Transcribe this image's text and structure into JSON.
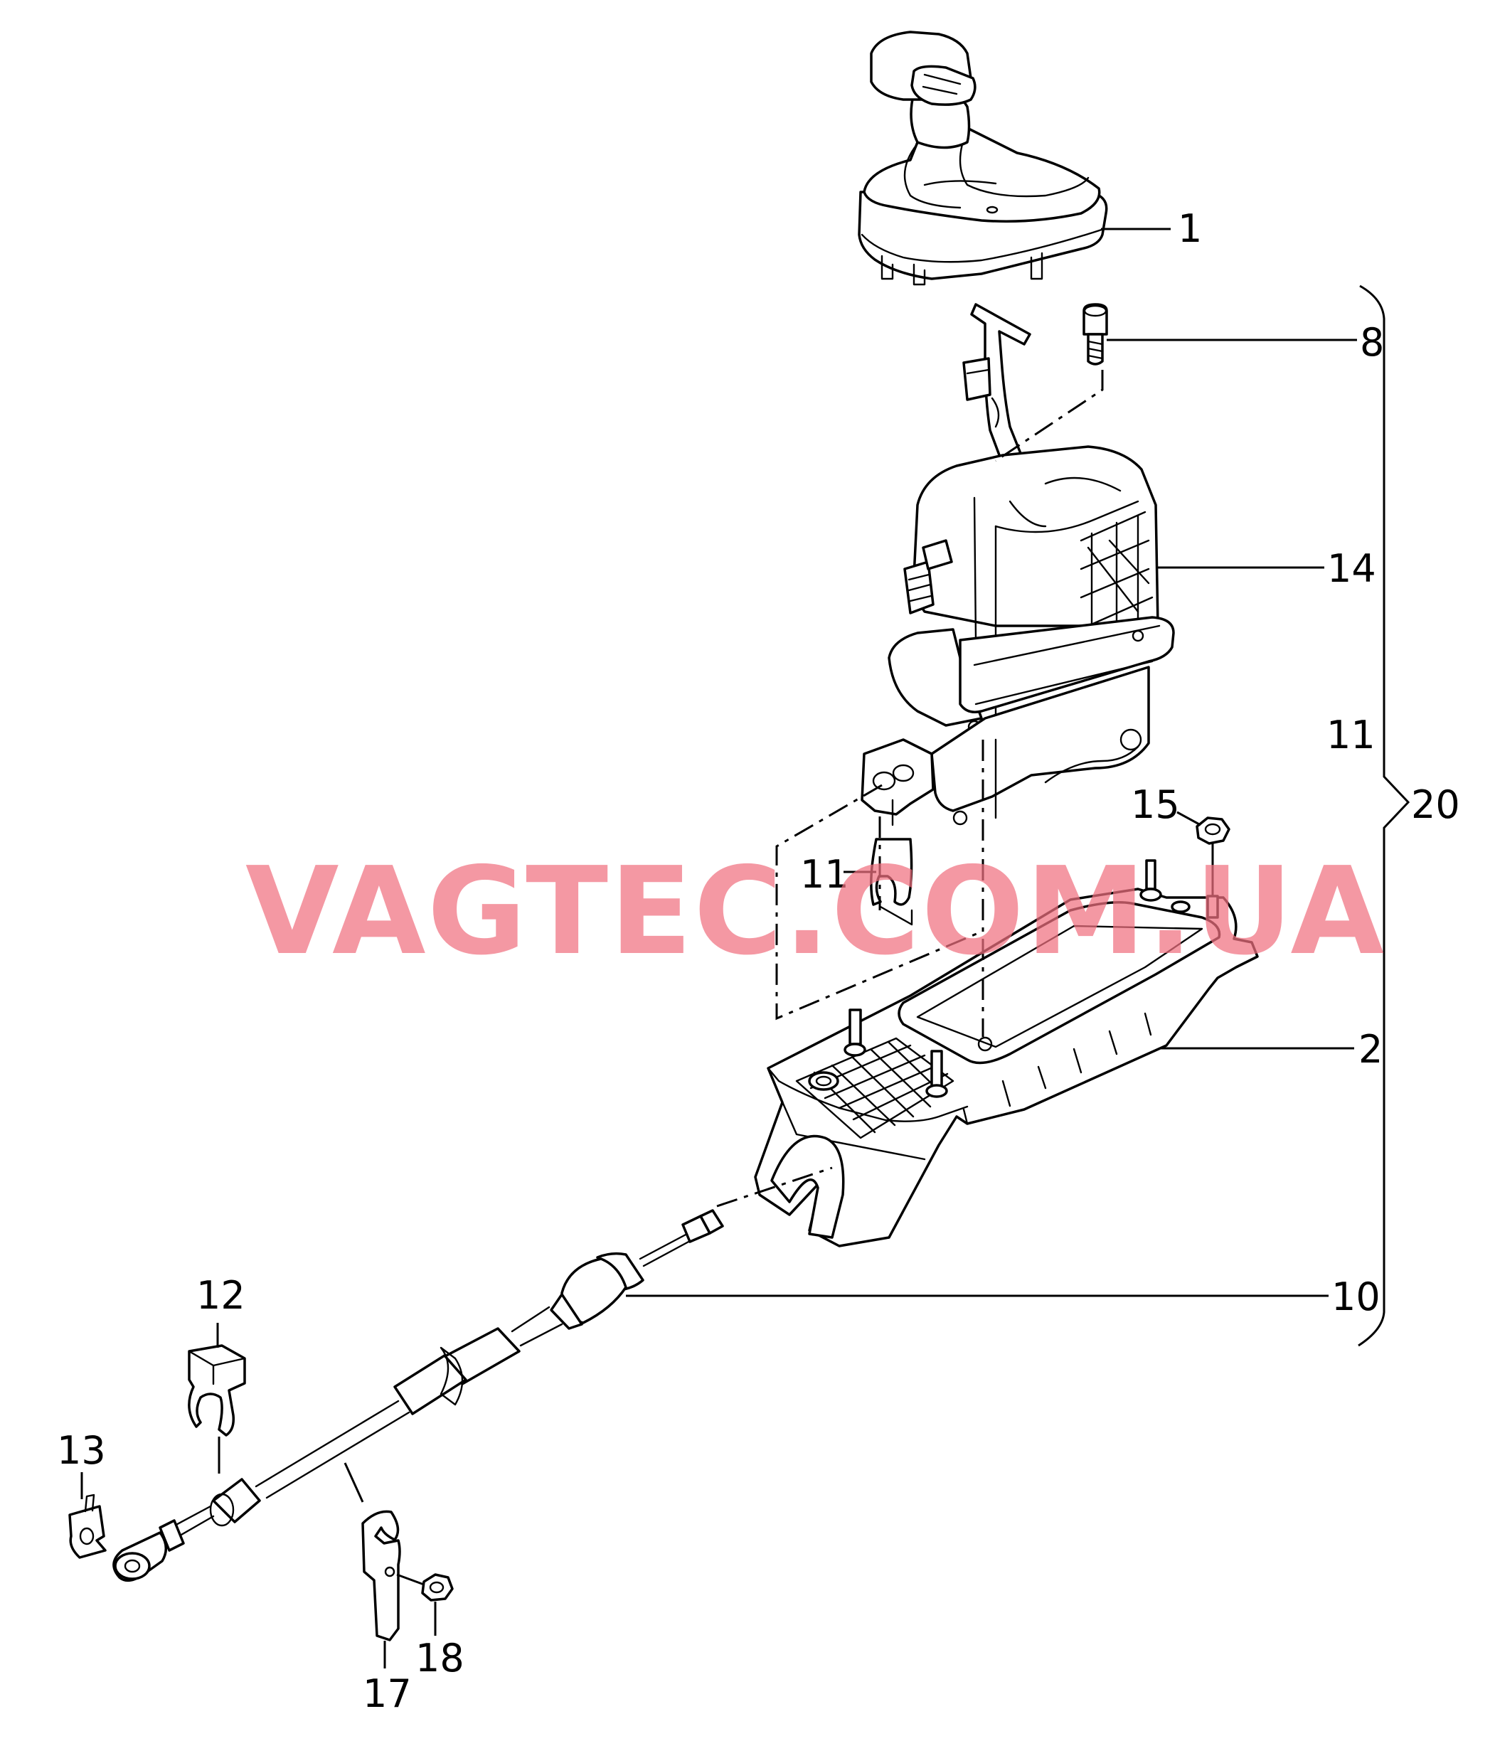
{
  "watermark": "VAGTEC.COM.UA",
  "colors": {
    "line": "#000000",
    "background": "#ffffff",
    "watermark": "#f07080"
  },
  "callouts": {
    "c1": "1",
    "c2": "2",
    "c8": "8",
    "c10": "10",
    "c11_right": "11",
    "c11_left": "11",
    "c12": "12",
    "c13": "13",
    "c14": "14",
    "c15": "15",
    "c17": "17",
    "c18": "18",
    "c20": "20"
  }
}
